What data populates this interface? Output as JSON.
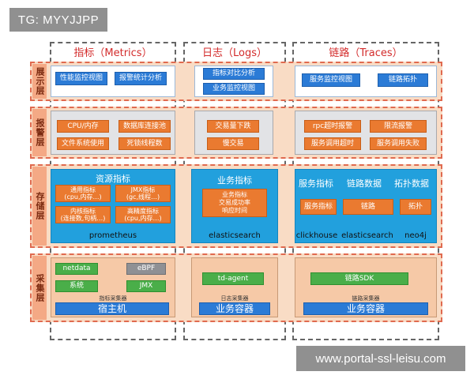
{
  "watermark_top": "TG: MYYJJPP",
  "watermark_bottom": "www.portal-ssl-leisu.com",
  "columns": [
    {
      "title": "指标（Metrics）"
    },
    {
      "title": "日志（Logs）"
    },
    {
      "title": "链路（Traces）"
    }
  ],
  "layers": [
    "展示层",
    "报警层",
    "存储层",
    "采集层"
  ],
  "display": {
    "metrics": [
      "性能监控视图",
      "报警统计分析"
    ],
    "logs": [
      "指标对比分析",
      "业务监控视图"
    ],
    "traces": [
      "服务监控视图",
      "链路拓扑"
    ]
  },
  "alert": {
    "metrics": [
      "CPU/内存",
      "数据库连接池",
      "文件系统使用",
      "死锁线程数"
    ],
    "logs": [
      "交易量下跌",
      "慢交易"
    ],
    "traces": [
      "rpc超时报警",
      "限流报警",
      "服务调用超时",
      "服务调用失败"
    ]
  },
  "storage": {
    "metrics": {
      "title": "资源指标",
      "boxes": [
        "通用指标\n(cpu,内存…)",
        "JMX指标\n(gc,线程…)",
        "内核指标\n(连接数,句柄…)",
        "高精度指标\n(cpu,内存…)"
      ],
      "footer": "prometheus"
    },
    "logs": {
      "title": "业务指标",
      "box": "业务指标\n交易成功率\n响应时间",
      "footer": "elasticsearch"
    },
    "traces": {
      "titles": [
        "服务指标",
        "链路数据",
        "拓扑数据"
      ],
      "boxes": [
        "服务指标",
        "链路",
        "拓扑"
      ],
      "footers": [
        "clickhouse",
        "elasticsearch",
        "neo4j"
      ]
    }
  },
  "collect": {
    "metrics": {
      "agents": [
        "netdata",
        "eBPF",
        "系统",
        "JMX"
      ],
      "collector_label": "指标采集器",
      "host": "宿主机"
    },
    "logs": {
      "agent": "td-agent",
      "collector_label": "日志采集器",
      "host": "业务容器"
    },
    "traces": {
      "agent": "链路SDK",
      "collector_label": "链路采集器",
      "host": "业务容器"
    }
  }
}
